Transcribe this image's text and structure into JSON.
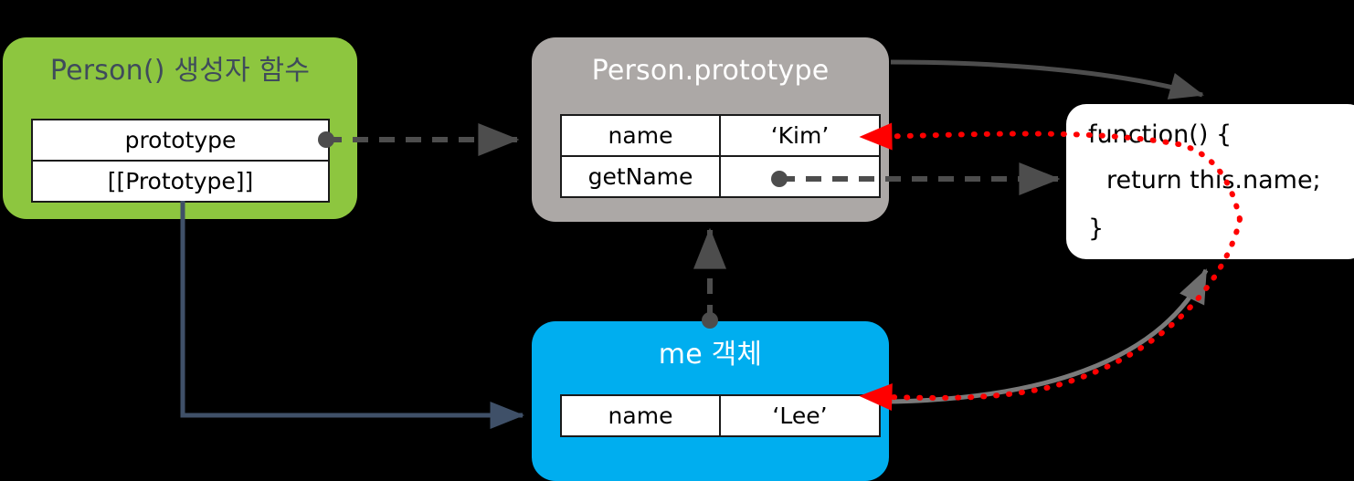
{
  "diagram": {
    "title": "JavaScript prototype chain diagram",
    "background": "#000000"
  },
  "nodes": {
    "constructor": {
      "title": "Person() 생성자 함수",
      "fill": "#8DC63F",
      "title_color": "#3F4B5B",
      "rows": [
        {
          "label": "prototype"
        },
        {
          "label": "[[Prototype]]"
        }
      ]
    },
    "prototype": {
      "title": "Person.prototype",
      "fill": "#ACA8A6",
      "title_color": "#FFFFFF",
      "rows": [
        {
          "key": "name",
          "value": "‘Kim’"
        },
        {
          "key": "getName",
          "value": ""
        }
      ]
    },
    "instance": {
      "title": "me 객체",
      "fill": "#00AEEF",
      "title_color": "#FFFFFF",
      "rows": [
        {
          "key": "name",
          "value": "‘Lee’"
        }
      ]
    },
    "function_literal": {
      "fill": "#FFFFFF",
      "lines": [
        "function() {",
        "return this.name;",
        "}"
      ]
    }
  },
  "edges": [
    {
      "name": "prototype-to-proto-object",
      "from": "constructor.prototype",
      "to": "prototype",
      "style": "dashed",
      "color": "#4D4D4D",
      "marker": "arrow",
      "source_dot": true
    },
    {
      "name": "getName-to-function",
      "from": "prototype.getName",
      "to": "function_literal",
      "style": "dashed",
      "color": "#4D4D4D",
      "marker": "arrow",
      "source_dot": true
    },
    {
      "name": "instance-prototype-link",
      "from": "instance",
      "to": "prototype",
      "style": "dashed",
      "color": "#4D4D4D",
      "marker": "arrow",
      "source_dot": true
    },
    {
      "name": "constructor-creates-instance",
      "from": "constructor.[[Prototype]]",
      "to": "instance",
      "style": "solid",
      "color": "#3F5068",
      "marker": "arrow"
    },
    {
      "name": "prototype-scope-to-function",
      "from": "prototype",
      "to": "function_literal",
      "style": "solid",
      "color": "#4D4D4D",
      "marker": "arrow"
    },
    {
      "name": "instance-scope-to-function",
      "from": "instance",
      "to": "function_literal",
      "style": "solid",
      "color": "#7A7A7A",
      "marker": "arrow"
    },
    {
      "name": "this-binds-to-prototype-name",
      "from": "function_literal.this.name",
      "to": "prototype.name",
      "style": "dotted",
      "color": "#FF0000",
      "marker": "arrow"
    },
    {
      "name": "this-binds-to-instance-name",
      "from": "function_literal.this.name",
      "to": "instance.name",
      "style": "dotted",
      "color": "#FF0000",
      "marker": "arrow"
    }
  ],
  "colors": {
    "background": "#000000",
    "green": "#8DC63F",
    "gray": "#ACA8A6",
    "blue": "#00AEEF",
    "white": "#FFFFFF",
    "dashed_edge": "#4D4D4D",
    "solid_navy_edge": "#3F5068",
    "red_edge": "#FF0000",
    "table_border": "#1A1A1A"
  }
}
